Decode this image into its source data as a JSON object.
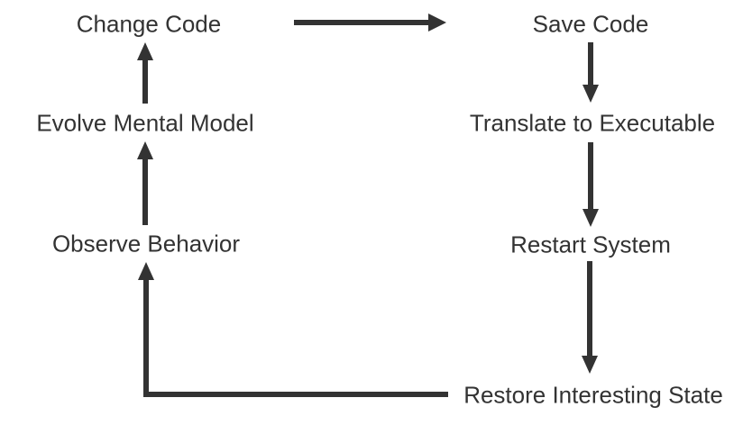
{
  "diagram": {
    "background_color": "#ffffff",
    "ink_color": "#333333",
    "nodes": [
      {
        "id": "change-code",
        "label": "Change Code"
      },
      {
        "id": "save-code",
        "label": "Save Code"
      },
      {
        "id": "evolve-mental-model",
        "label": "Evolve Mental Model"
      },
      {
        "id": "translate-to-executable",
        "label": "Translate to Executable"
      },
      {
        "id": "observe-behavior",
        "label": "Observe Behavior"
      },
      {
        "id": "restart-system",
        "label": "Restart System"
      },
      {
        "id": "restore-interesting-state",
        "label": "Restore Interesting State"
      }
    ],
    "edges": [
      {
        "from": "change-code",
        "to": "save-code"
      },
      {
        "from": "save-code",
        "to": "translate-to-executable"
      },
      {
        "from": "translate-to-executable",
        "to": "restart-system"
      },
      {
        "from": "restart-system",
        "to": "restore-interesting-state"
      },
      {
        "from": "restore-interesting-state",
        "to": "observe-behavior"
      },
      {
        "from": "observe-behavior",
        "to": "evolve-mental-model"
      },
      {
        "from": "evolve-mental-model",
        "to": "change-code"
      }
    ]
  }
}
